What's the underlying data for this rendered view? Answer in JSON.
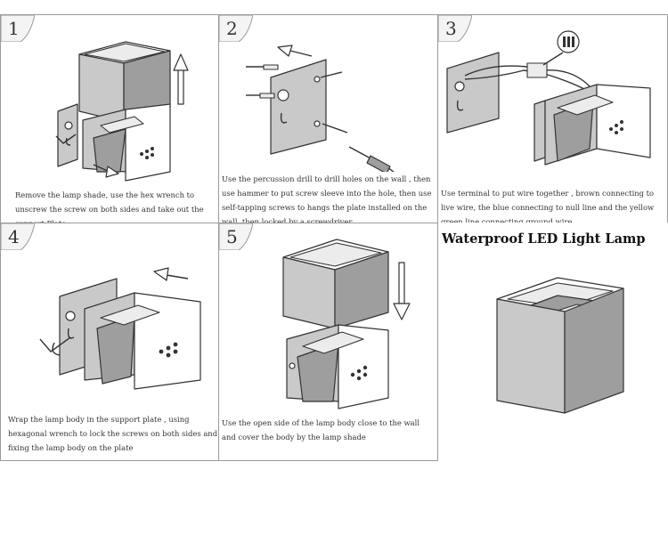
{
  "steps": [
    {
      "number": "1",
      "caption": "Remove the lamp shade, use the hex wrench to unscrew the screw on both sides and take  out the support Plate."
    },
    {
      "number": "2",
      "caption": "Use the percussion drill to drill holes on the wall , then use hammer to put screw sleeve into the hole, then use self-tapping screws to hangs the plate installed on the wall, then locked by a screwdriver."
    },
    {
      "number": "3",
      "caption": "Use terminal to put wire together , brown connecting to live wire, the blue connecting to null line and the yellow green line connecting ground wire"
    },
    {
      "number": "4",
      "caption": "Wrap the lamp body in the support plate , using hexagonal wrench to lock the screws on both sides and fixing the lamp body on the plate"
    },
    {
      "number": "5",
      "caption": "Use the open side of the lamp body close to the wall and cover the body by the lamp shade"
    }
  ],
  "product": {
    "title": "Waterproof LED Light Lamp"
  }
}
